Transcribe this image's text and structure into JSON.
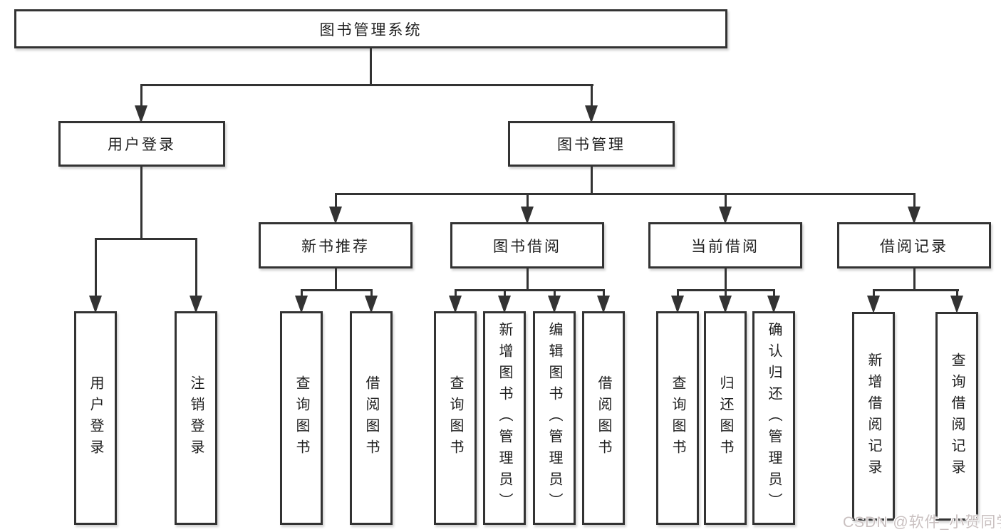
{
  "nodes": {
    "root": {
      "label": "图书管理系统"
    },
    "level2": [
      {
        "label": "用户登录"
      },
      {
        "label": "图书管理"
      }
    ],
    "level3": [
      {
        "label": "新书推荐"
      },
      {
        "label": "图书借阅"
      },
      {
        "label": "当前借阅"
      },
      {
        "label": "借阅记录"
      }
    ],
    "leaves": [
      {
        "label": "用户登录"
      },
      {
        "label": "注销登录"
      },
      {
        "label": "查询图书"
      },
      {
        "label": "借阅图书"
      },
      {
        "label": "查询图书"
      },
      {
        "label": "新增图书（管理员）"
      },
      {
        "label": "编辑图书（管理员）"
      },
      {
        "label": "借阅图书"
      },
      {
        "label": "查询图书"
      },
      {
        "label": "归还图书"
      },
      {
        "label": "确认归还（管理员）"
      },
      {
        "label": "新增借阅记录"
      },
      {
        "label": "查询借阅记录"
      }
    ]
  },
  "watermark": {
    "text": "CSDN @软件_小贺同学"
  },
  "colors": {
    "line": "#333333",
    "text": "#1f1f1f",
    "background": "#ffffff",
    "watermark": "#c9c0c0"
  }
}
